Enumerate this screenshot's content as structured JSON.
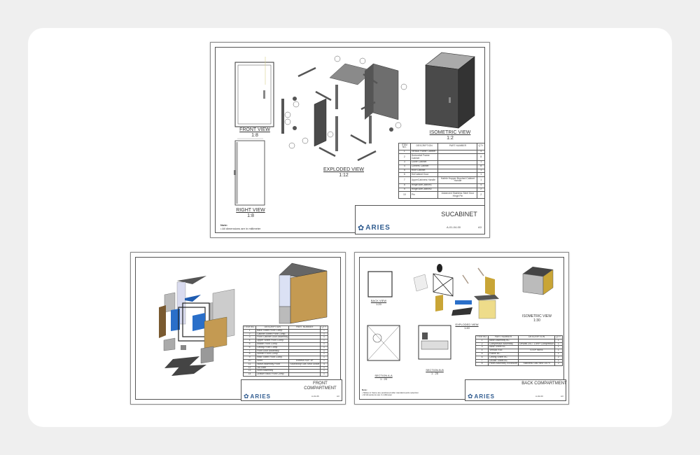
{
  "colors": {
    "background": "#efefef",
    "card": "#ffffff",
    "brand": "#2f5b8f",
    "panel_wood": "#c49a52",
    "panel_blue": "#2a6fc9",
    "metal": "#6e6e6e"
  },
  "sheets": [
    {
      "title": "SUCABINET",
      "part_number": "A-01-04-00",
      "size": "A3",
      "logo": "ARIES",
      "views": {
        "front": "FRONT VIEW",
        "front_scale": "1:8",
        "right": "RIGHT VIEW",
        "right_scale": "1:8",
        "exploded": "EXPLODED VIEW",
        "exploded_scale": "1:12",
        "iso": "ISOMETRIC VIEW",
        "iso_scale": "1:2"
      },
      "note_title": "Note:",
      "notes": [
        "All dimensions are in millimeter"
      ],
      "bom_headers": [
        "ITEM NO.",
        "DESCRIPTION",
        "PART NUMBER",
        "QTY."
      ],
      "bom": [
        [
          "1",
          "Vertical Frame Cabinet",
          "",
          "4"
        ],
        [
          "2",
          "Horizontal Frame Cabinet",
          "",
          "8"
        ],
        [
          "3",
          "Cover Cabinet",
          "",
          "1"
        ],
        [
          "4",
          "Corners Cabinet",
          "",
          "8"
        ],
        [
          "5",
          "Roof Cabinet",
          "",
          "1"
        ],
        [
          "6",
          "SUCabinet Door",
          "",
          "1"
        ],
        [
          "7",
          "UpperCabinets Handle",
          "Hafele Hopper Brushed Cabinet Handle",
          "1"
        ],
        [
          "8",
          "HingeSideCabinet1",
          "",
          "4"
        ],
        [
          "9",
          "HingeSideCabinet2",
          "",
          "2"
        ],
        [
          "10",
          "Pin",
          "Advanced Stainless Steel Door Hinge Pin",
          "2"
        ]
      ]
    },
    {
      "title": "FRONT COMPARTMENT",
      "part_number": "A-01-06",
      "size": "A3",
      "logo": "ARIES",
      "bom_headers": [
        "ITEM NO.",
        "DESCRIPTION",
        "PART NUMBER",
        "QTY."
      ],
      "bom": [
        [
          "1",
          "Back Sheet Front Comp.",
          "",
          "1"
        ],
        [
          "2",
          "Cabinet Sheet Front Comp.",
          "",
          "1"
        ],
        [
          "3",
          "Front Cabinet Door Assembly",
          "",
          "1"
        ],
        [
          "4",
          "Upper Sheet Front Comp.",
          "",
          "1"
        ],
        [
          "5",
          "Middle Front Comp.",
          "",
          "1"
        ],
        [
          "6",
          "Ceiling Front Comp.",
          "",
          "1"
        ],
        [
          "7",
          "Front Door Assembly",
          "",
          "1"
        ],
        [
          "8",
          "Shelter Front Comp.",
          "",
          "1"
        ],
        [
          "9",
          "Rear Sheet Front Comp.",
          "",
          "1"
        ],
        [
          "10",
          "Shelf",
          "Enfresh XDF-3F",
          "1"
        ],
        [
          "11",
          "Noise Assembly Front",
          "Soundstop Gas Strut Grade",
          "4"
        ],
        [
          "12",
          "Jul Shelf",
          "",
          "1"
        ],
        [
          "13",
          "Shelf Assembly",
          "",
          "1"
        ],
        [
          "14",
          "Drawer Rack Front Comp.",
          "",
          "1"
        ]
      ]
    },
    {
      "title": "BACK COMPARTMENT",
      "part_number": "A-02-00",
      "size": "A3",
      "logo": "ARIES",
      "views": {
        "back": "BACK VIEW",
        "back_scale": "1:20",
        "exploded": "EXPLODED VIEW",
        "exploded_scale": "1:40",
        "iso": "ISOMETRIC VIEW",
        "iso_scale": "1:30",
        "section_a": "SECTION A-A",
        "section_a_scale": "1 : 20",
        "section_b": "SECTION B-B",
        "section_b_scale": "1 : 25"
      },
      "note_title": "Note:",
      "notes": [
        "Slides in frame are positioned after standard parts selection",
        "All dimensions are in millimeter"
      ],
      "bom_headers": [
        "ITEM NO.",
        "PART NUMBER",
        "DESCRIPTION",
        "QTY."
      ],
      "bom": [
        [
          "1",
          "Base Assembly BC",
          "",
          "1"
        ],
        [
          "2",
          "Compressor Assembly",
          "DeWalt 20L / 1.5HP Compressor",
          "1"
        ],
        [
          "3",
          "Base Sheet BC",
          "",
          "1"
        ],
        [
          "4",
          "Vertical Rod",
          "STEP WIRE",
          "1"
        ],
        [
          "5",
          "Frame BC",
          "",
          "1"
        ],
        [
          "6",
          "Ceiling Sheet BC",
          "",
          "2"
        ],
        [
          "7",
          "Divider Sheet BC",
          "",
          "1"
        ],
        [
          "8",
          "Pallet Assembly Enclosure",
          "Stainless Gas Strut 14/70",
          "2"
        ]
      ]
    }
  ]
}
